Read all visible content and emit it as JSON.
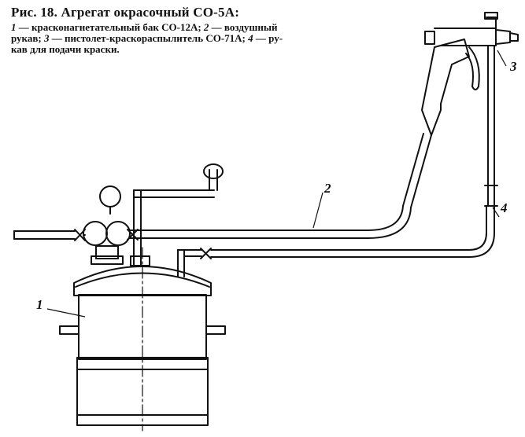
{
  "caption": {
    "title": "Рис. 18. Агрегат окрасочный СО-5А:",
    "legend_lines": [
      [
        {
          "num": "1",
          "text": " — красконагнетательный бак СО-12А; "
        },
        {
          "num": "2",
          "text": " — воздушный"
        }
      ],
      [
        {
          "num": "",
          "text": "рукав; "
        },
        {
          "num": "3",
          "text": " — пистолет-краскораспылитель СО-71А; "
        },
        {
          "num": "4",
          "text": " — ру-"
        }
      ],
      [
        {
          "num": "",
          "text": "кав для подачи краски."
        }
      ]
    ]
  },
  "callouts": {
    "tank": "1",
    "air_hose": "2",
    "spray_gun": "3",
    "paint_hose": "4"
  },
  "colors": {
    "ink": "#111111",
    "paper": "#ffffff"
  }
}
